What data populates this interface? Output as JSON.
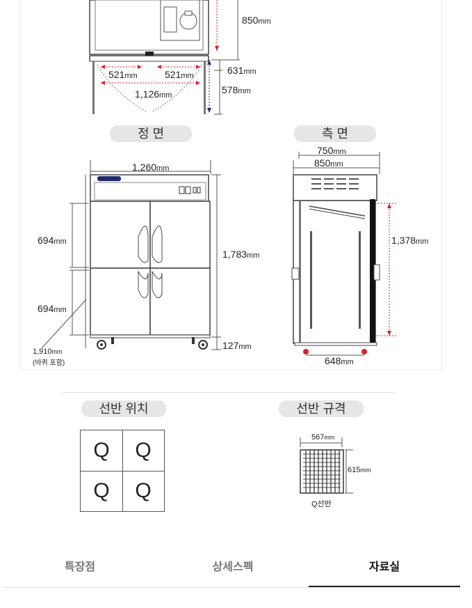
{
  "top_view": {
    "height_850": "850",
    "width_left": "521",
    "width_right": "521",
    "width_total": "1,126",
    "depth_631": "631",
    "depth_578": "578",
    "unit": "mm"
  },
  "front_view": {
    "title": "정 면",
    "width": "1,260",
    "height": "1,783",
    "door_upper": "694",
    "door_lower": "694",
    "total_with_wheels": "1,910",
    "total_with_wheels_note": "(바퀴 포함)",
    "base": "127",
    "unit": "mm"
  },
  "side_view": {
    "title": "측 면",
    "depth_750": "750",
    "depth_850": "850",
    "inner_height": "1,378",
    "base_depth": "648",
    "unit": "mm"
  },
  "shelf_position": {
    "title": "선반 위치",
    "cells": [
      "Q",
      "Q",
      "Q",
      "Q"
    ]
  },
  "shelf_spec": {
    "title": "선반 규격",
    "width": "567",
    "depth": "615",
    "unit": "mm",
    "label": "Q선반"
  },
  "tabs": [
    {
      "label": "특장점",
      "active": false
    },
    {
      "label": "상세스펙",
      "active": false
    },
    {
      "label": "자료실",
      "active": true
    }
  ],
  "colors": {
    "dimension_red": "#d8202b",
    "dimension_navy": "#1f2a6b",
    "text": "#222222",
    "pill_bg": "#e6e6e6"
  }
}
